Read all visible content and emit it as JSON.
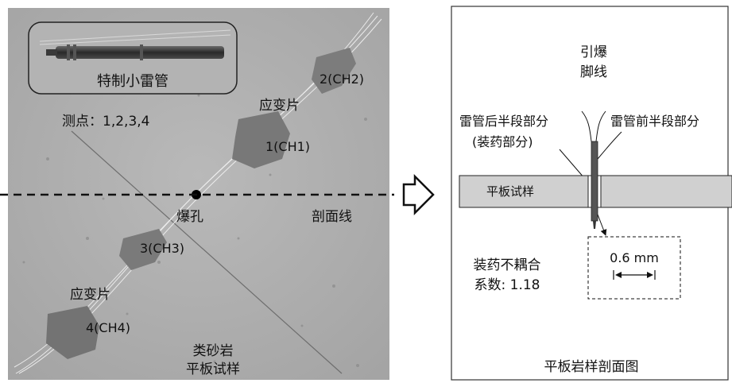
{
  "photo": {
    "detonator_label": "特制小雷管",
    "measure_points": "测点：1,2,3,4",
    "strain_gauge_top": "应变片",
    "ch2": "2(CH2)",
    "ch1": "1(CH1)",
    "blast_hole": "爆孔",
    "section_line": "剖面线",
    "ch3": "3(CH3)",
    "strain_gauge_bottom": "应变片",
    "ch4": "4(CH4)",
    "material_line1": "类砂岩",
    "material_line2": "平板试样"
  },
  "section": {
    "lead_wire_line1": "引爆",
    "lead_wire_line2": "脚线",
    "rear_part_line1": "雷管后半段部分",
    "rear_part_line2": "(装药部分)",
    "front_part": "雷管前半段部分",
    "plate_sample": "平板试样",
    "gap_value": "0.6 mm",
    "decoupling_line1": "装药不耦合",
    "decoupling_line2": "系数: 1.18",
    "title": "平板岩样剖面图"
  }
}
